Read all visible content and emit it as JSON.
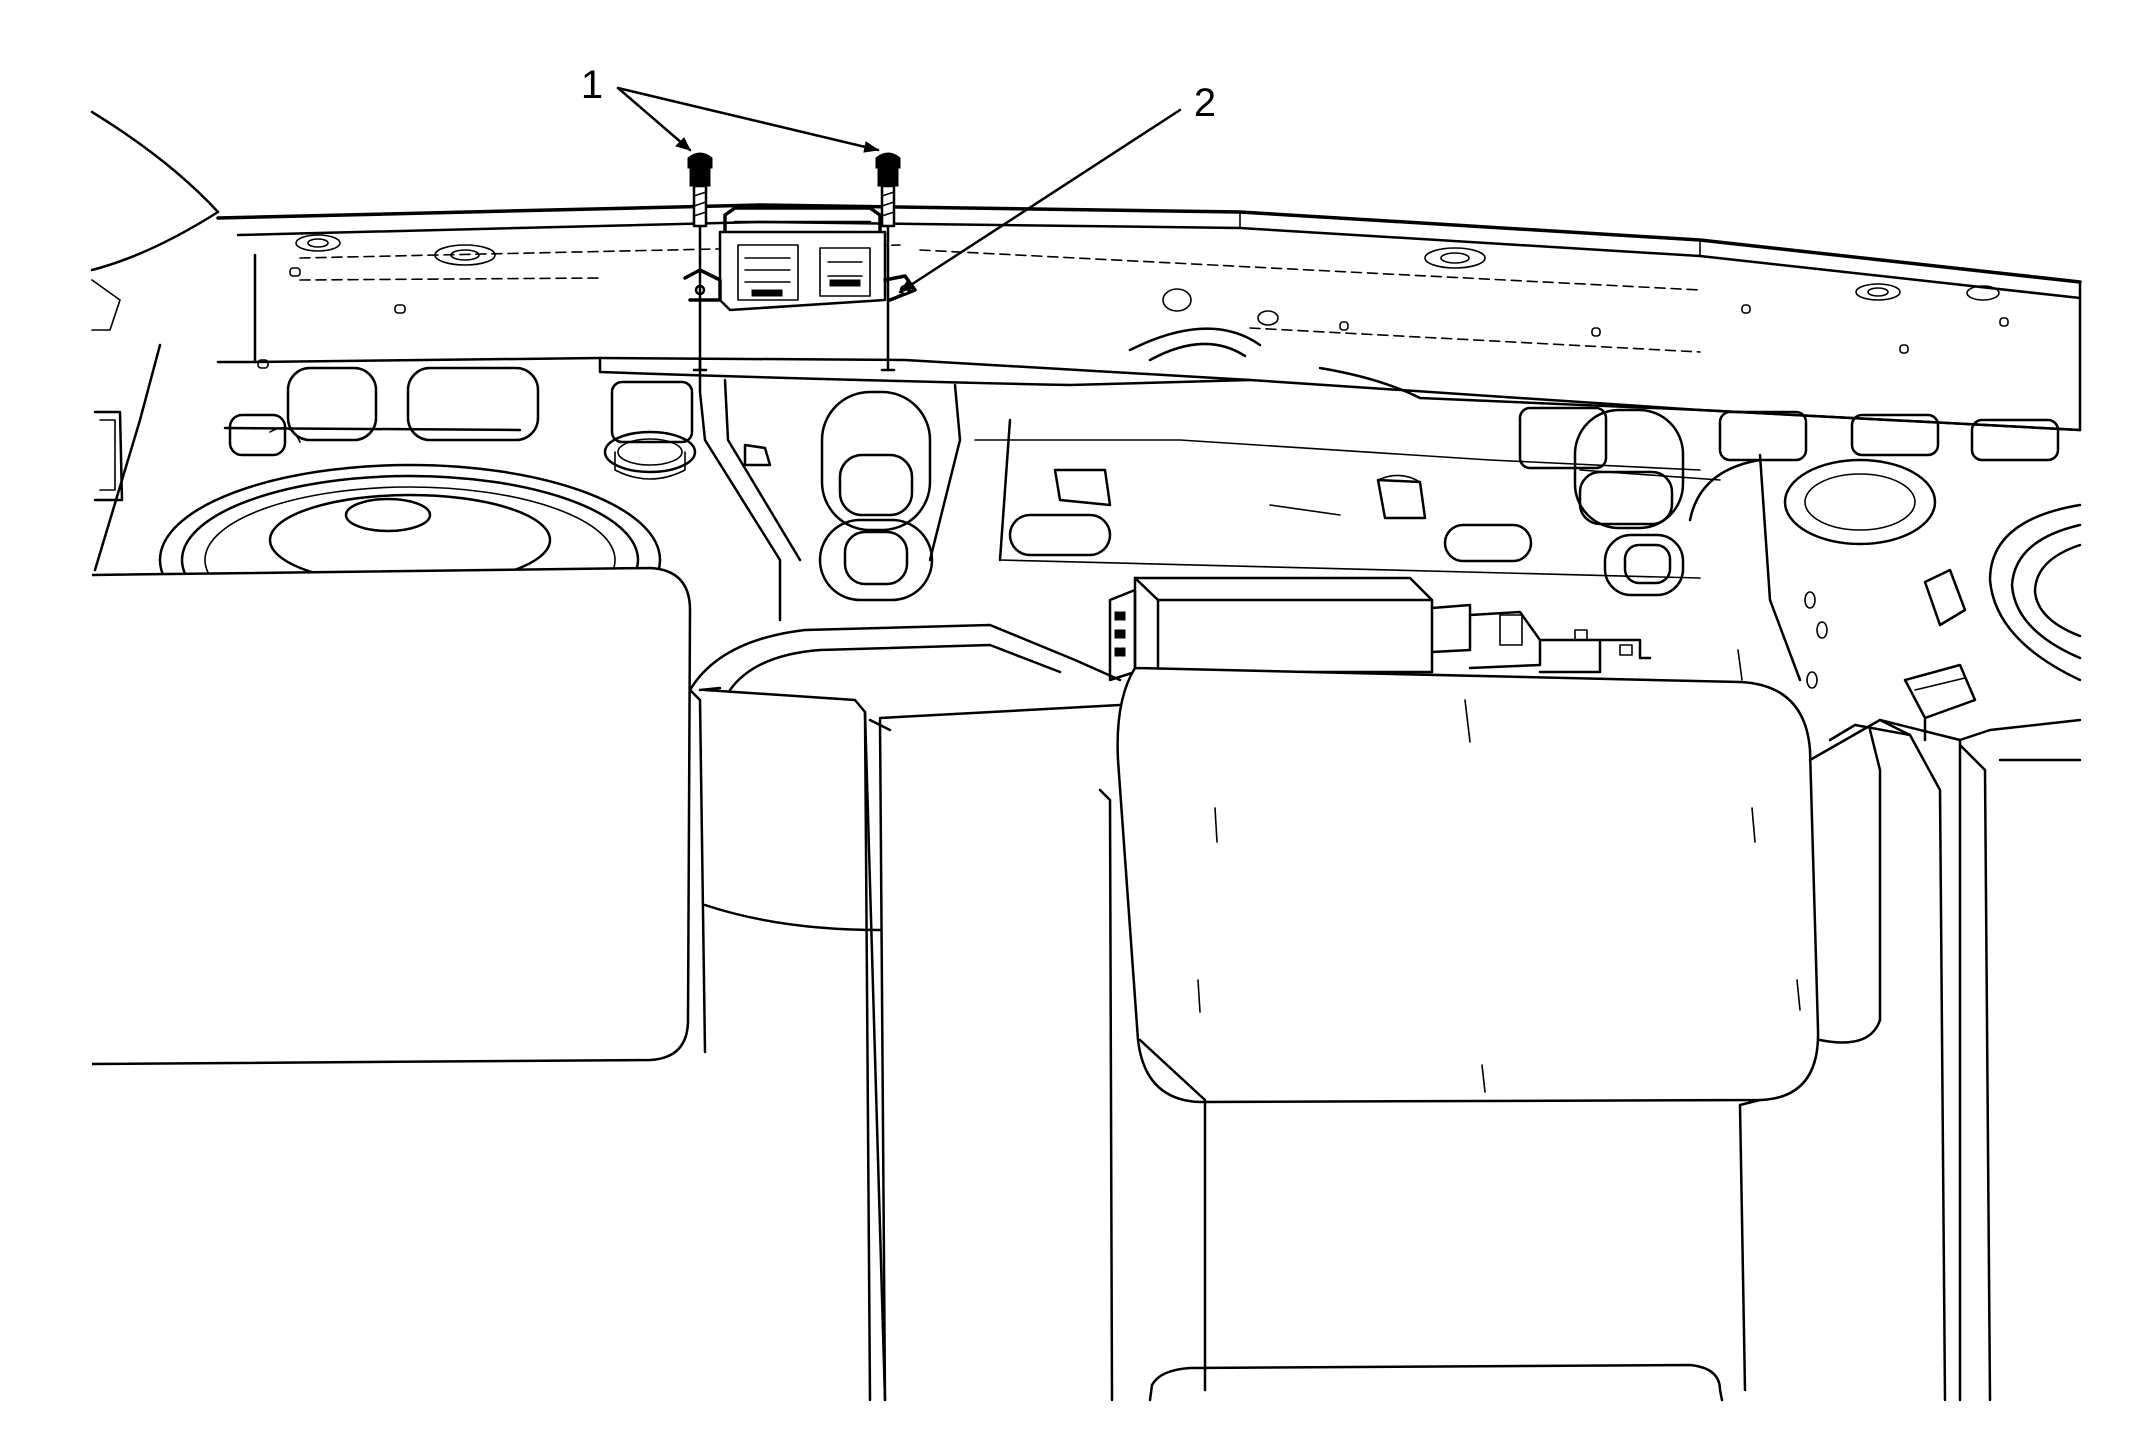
{
  "callouts": [
    {
      "id": "1",
      "label": "1",
      "target": "fasteners"
    },
    {
      "id": "2",
      "label": "2",
      "target": "module-bracket"
    }
  ],
  "colors": {
    "line": "#000000",
    "background": "#ffffff"
  }
}
